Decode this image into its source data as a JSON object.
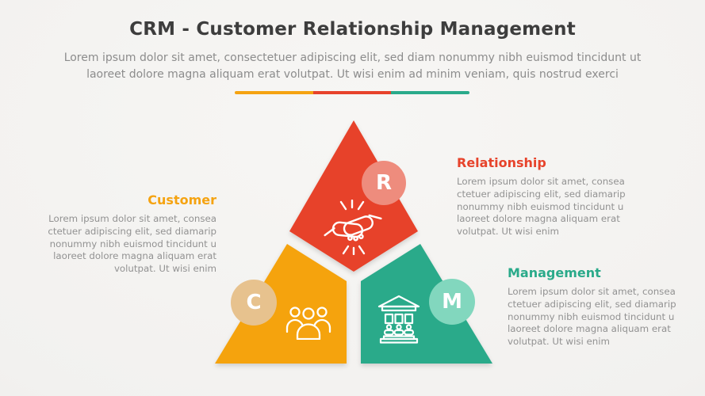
{
  "header": {
    "title": "CRM - Customer Relationship Management",
    "subtitle": "Lorem ipsum dolor sit amet, consectetuer adipiscing elit, sed diam nonummy nibh euismod tincidunt ut\nlaoreet dolore magna aliquam erat volutpat. Ut wisi enim ad minim veniam, quis nostrud exerci"
  },
  "divider": {
    "colors": {
      "yellow": "#F5A311",
      "red": "#E7432B",
      "teal": "#2AAA8A"
    }
  },
  "colors": {
    "title_text": "#3d3d3d",
    "body_text": "#929292",
    "background": "#f2f1ef"
  },
  "sections": [
    {
      "id": "customer",
      "letter": "C",
      "label": "Customer",
      "body": "Lorem ipsum dolor sit amet, consea\nctetuer adipiscing elit, sed diamarip\nnonummy nibh euismod tincidunt u\nlaoreet dolore magna aliquam erat\nvolutpat. Ut wisi enim",
      "color": "#F5A311",
      "badge_color": "#E7C28E",
      "icon": "people-icon"
    },
    {
      "id": "relationship",
      "letter": "R",
      "label": "Relationship",
      "body": "Lorem ipsum dolor sit amet, consea\nctetuer adipiscing elit, sed diamarip\nnonummy nibh euismod tincidunt u\nlaoreet dolore magna aliquam erat\nvolutpat. Ut wisi enim",
      "color": "#E7432B",
      "badge_color": "#EE8C7D",
      "icon": "handshake-icon"
    },
    {
      "id": "management",
      "letter": "M",
      "label": "Management",
      "body": "Lorem ipsum dolor sit amet, consea\nctetuer adipiscing elit, sed diamarip\nnonummy nibh euismod tincidunt u\nlaoreet dolore magna aliquam erat\nvolutpat. Ut wisi enim",
      "color": "#2AAA8A",
      "badge_color": "#82D7BE",
      "icon": "bank-icon"
    }
  ]
}
